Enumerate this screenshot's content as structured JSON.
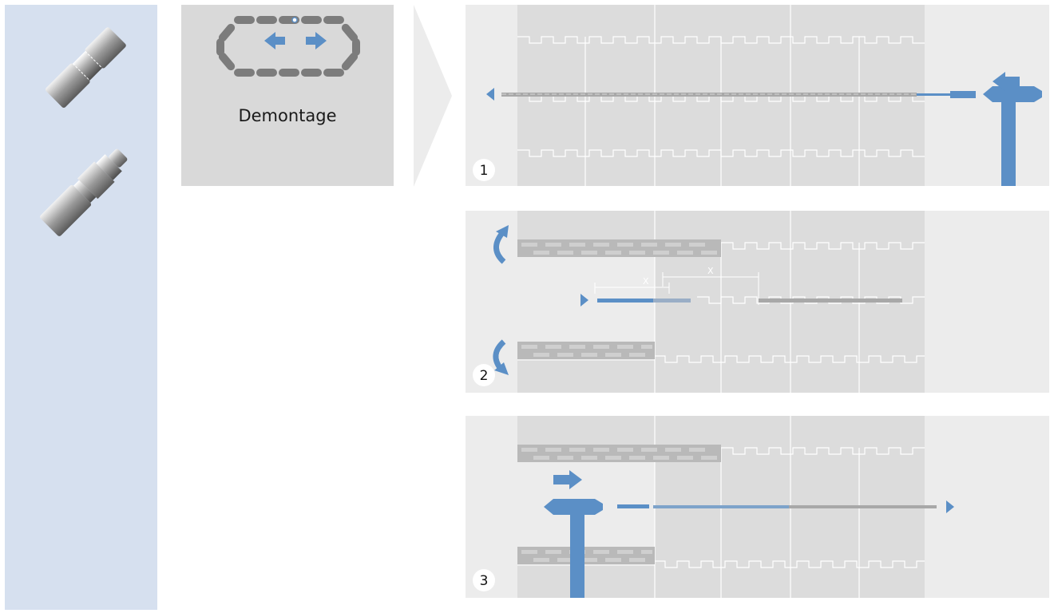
{
  "title_card": {
    "label": "Demontage"
  },
  "steps": [
    {
      "number": "1"
    },
    {
      "number": "2",
      "dimension_labels": [
        "X",
        "X"
      ]
    },
    {
      "number": "3"
    }
  ],
  "colors": {
    "accent": "#5b8fc6",
    "sidebar": "#d6e0ef",
    "panel_bg": "#ececec",
    "tile": "#dcdcdc",
    "chain": "#888888"
  },
  "icons": [
    "pin-angled-icon",
    "pin-collar-icon",
    "chain-loop-icon",
    "hammer-icon",
    "arrow-left-icon",
    "arrow-right-icon",
    "rotate-arrow-icon"
  ]
}
